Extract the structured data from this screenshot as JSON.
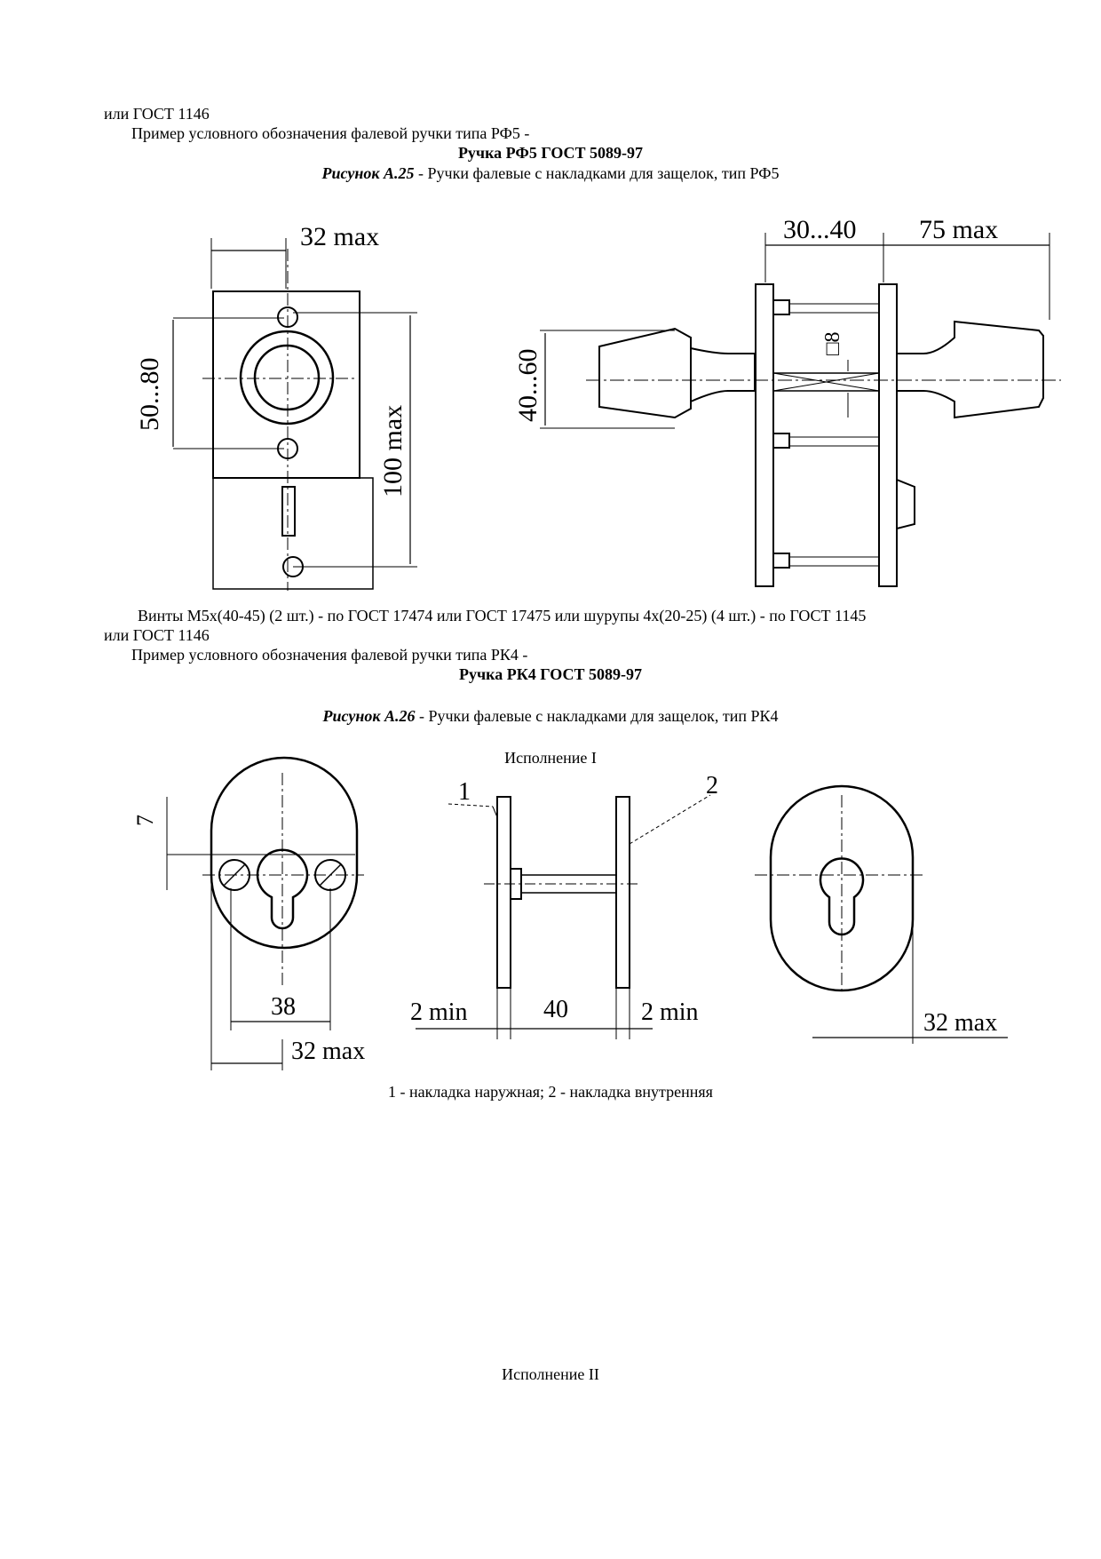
{
  "top": {
    "line1": "или ГОСТ 1146",
    "line2": "Пример условного обозначения фалевой ручки типа РФ5 -",
    "designation": "Ручка РФ5 ГОСТ 5089-97",
    "caption_label": "Рисунок А.25",
    "caption_text": " - Ручки фалевые с накладками для защелок, тип РФ5"
  },
  "fig25": {
    "dim_width": "32 max",
    "dim_hole_span": "50...80",
    "dim_height": "100 max",
    "dim_door": "30...40",
    "dim_knob_len": "75 max",
    "dim_knob_dia": "40...60",
    "dim_square": "□8"
  },
  "mid": {
    "screws_line1": "Винты М5х(40-45) (2 шт.) - по ГОСТ 17474 или ГОСТ 17475 или шурупы 4х(20-25) (4 шт.) - по ГОСТ 1145",
    "screws_line2": "или ГОСТ 1146",
    "example": "Пример условного обозначения фалевой ручки типа РК4 -",
    "designation": "Ручка РК4 ГОСТ 5089-97",
    "caption_label": "Рисунок А.26",
    "caption_text": " - Ручки фалевые с накладками для защелок, тип РК4",
    "variant1": "Исполнение I"
  },
  "fig26": {
    "dim_offset": "7",
    "dim_hole_span": "38",
    "dim_width_left": "32 max",
    "label_outer": "1",
    "label_inner": "2",
    "dim_min_left": "2 min",
    "dim_door": "40",
    "dim_min_right": "2 min",
    "dim_width_right": "32 max"
  },
  "legend": "1 - накладка наружная; 2 - накладка внутренняя",
  "variant2": "Исполнение II"
}
